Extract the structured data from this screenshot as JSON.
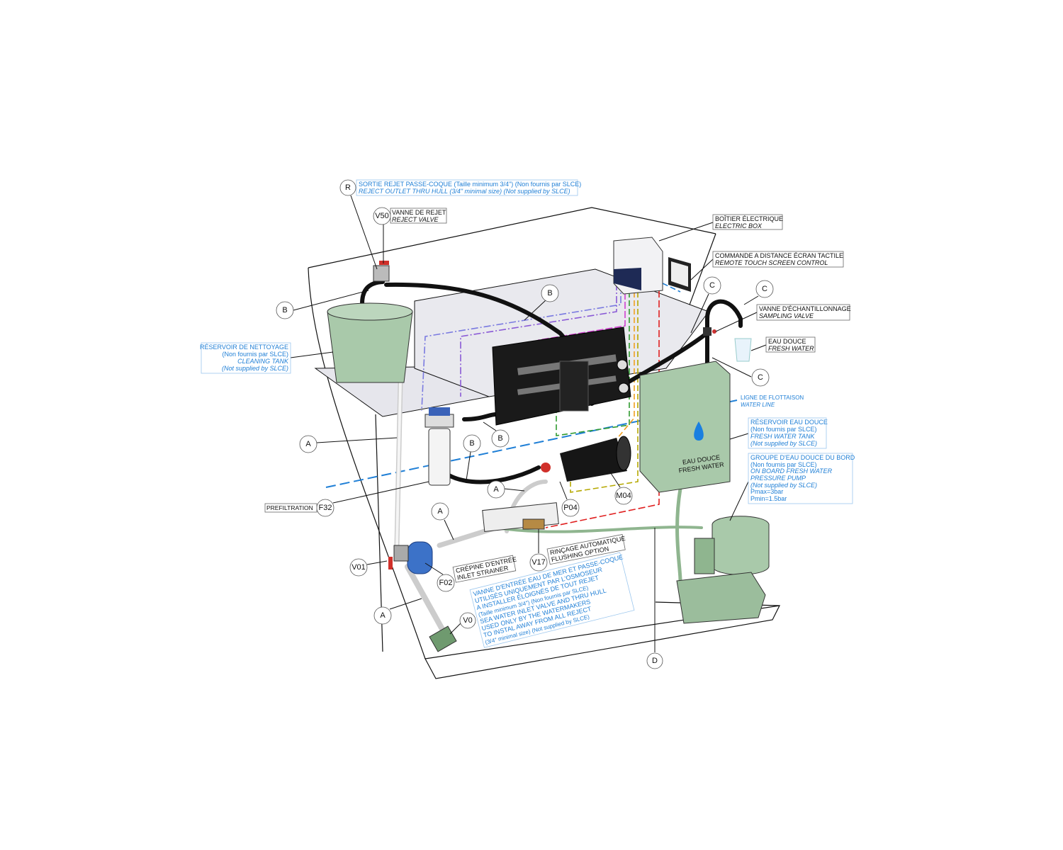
{
  "callouts": {
    "R": "R",
    "V50": "V50",
    "B1": "B",
    "B2": "B",
    "B3": "B",
    "B4": "B",
    "A1": "A",
    "A2": "A",
    "A3": "A",
    "A4": "A",
    "F32": "F32",
    "V01": "V01",
    "F02": "F02",
    "V17": "V17",
    "P04": "P04",
    "M04": "M04",
    "V0": "V0",
    "D": "D",
    "C1": "C",
    "C2": "C",
    "C3": "C"
  },
  "labels": {
    "reject_outlet": [
      "SORTIE REJET PASSE-COQUE (Taille minimum 3/4\") (Non fournis par SLCE)",
      "REJECT OUTLET THRU HULL (3/4\" minimal size) (Not supplied by SLCE)"
    ],
    "reject_valve": [
      "VANNE DE REJET",
      "REJECT VALVE"
    ],
    "electric_box": [
      "BOÎTIER ÉLECTRIQUE",
      "ELECTRIC BOX"
    ],
    "remote": [
      "COMMANDE A DISTANCE ÉCRAN TACTILE",
      "REMOTE TOUCH SCREEN CONTROL"
    ],
    "sampling": [
      "VANNE D'ÉCHANTILLONNAGE",
      "SAMPLING VALVE"
    ],
    "fresh_water": [
      "EAU DOUCE",
      "FRESH WATER"
    ],
    "water_line": [
      "LIGNE DE FLOTTAISON",
      "WATER LINE"
    ],
    "fresh_tank": [
      "RÉSERVOIR EAU DOUCE",
      "(Non fournis par SLCE)",
      "FRESH WATER TANK",
      "(Not supplied by SLCE)"
    ],
    "pressure_pump": [
      "GROUPE D'EAU DOUCE DU BORD",
      "(Non fournis par SLCE)",
      "ON BOARD FRESH WATER",
      "PRESSURE PUMP",
      "(Not supplied by SLCE)",
      "Pmax=3bar",
      "Pmin=1.5bar"
    ],
    "cleaning_tank": [
      "RÉSERVOIR DE NETTOYAGE",
      "(Non fournis par SLCE)",
      "CLEANING TANK",
      "(Not supplied by SLCE)"
    ],
    "prefiltration": "PREFILTRATION",
    "strainer": [
      "CRÉPINE D'ENTRÉE",
      "INLET STRAINER"
    ],
    "flushing": [
      "RINÇAGE AUTOMATIQUE",
      "FLUSHING OPTION"
    ],
    "inlet_valve": [
      "VANNE D'ENTRÉE EAU DE MER ET PASSE-COQUE",
      "UTILISÉS UNIQUEMENT PAR L'OSMOSEUR",
      "A INSTALLER ÉLOIGNÉS DE TOUT REJET",
      "(Taille minimum 3/4\") (Non fournis par SLCE)",
      "SEA WATER INLET VALVE AND THRU HULL",
      "USED ONLY BY THE WATERMAKERS",
      "TO INSTAL AWAY FROM ALL REJECT",
      "(3/4\" minimal size) (Not supplied by SLCE)"
    ],
    "tank_text": [
      "EAU DOUCE",
      "FRESH WATER"
    ]
  },
  "colors": {
    "blue_text": "#1f7fd6",
    "green_component": "#a9c9aa",
    "hose": "#111111",
    "water_line": "#1f7fd6",
    "wire_red": "#e02020",
    "wire_green": "#2f9a2f",
    "wire_orange": "#f0a020",
    "wire_olive": "#b5a800",
    "wire_purple": "#8a5ad6",
    "wire_magenta": "#d040d0"
  }
}
